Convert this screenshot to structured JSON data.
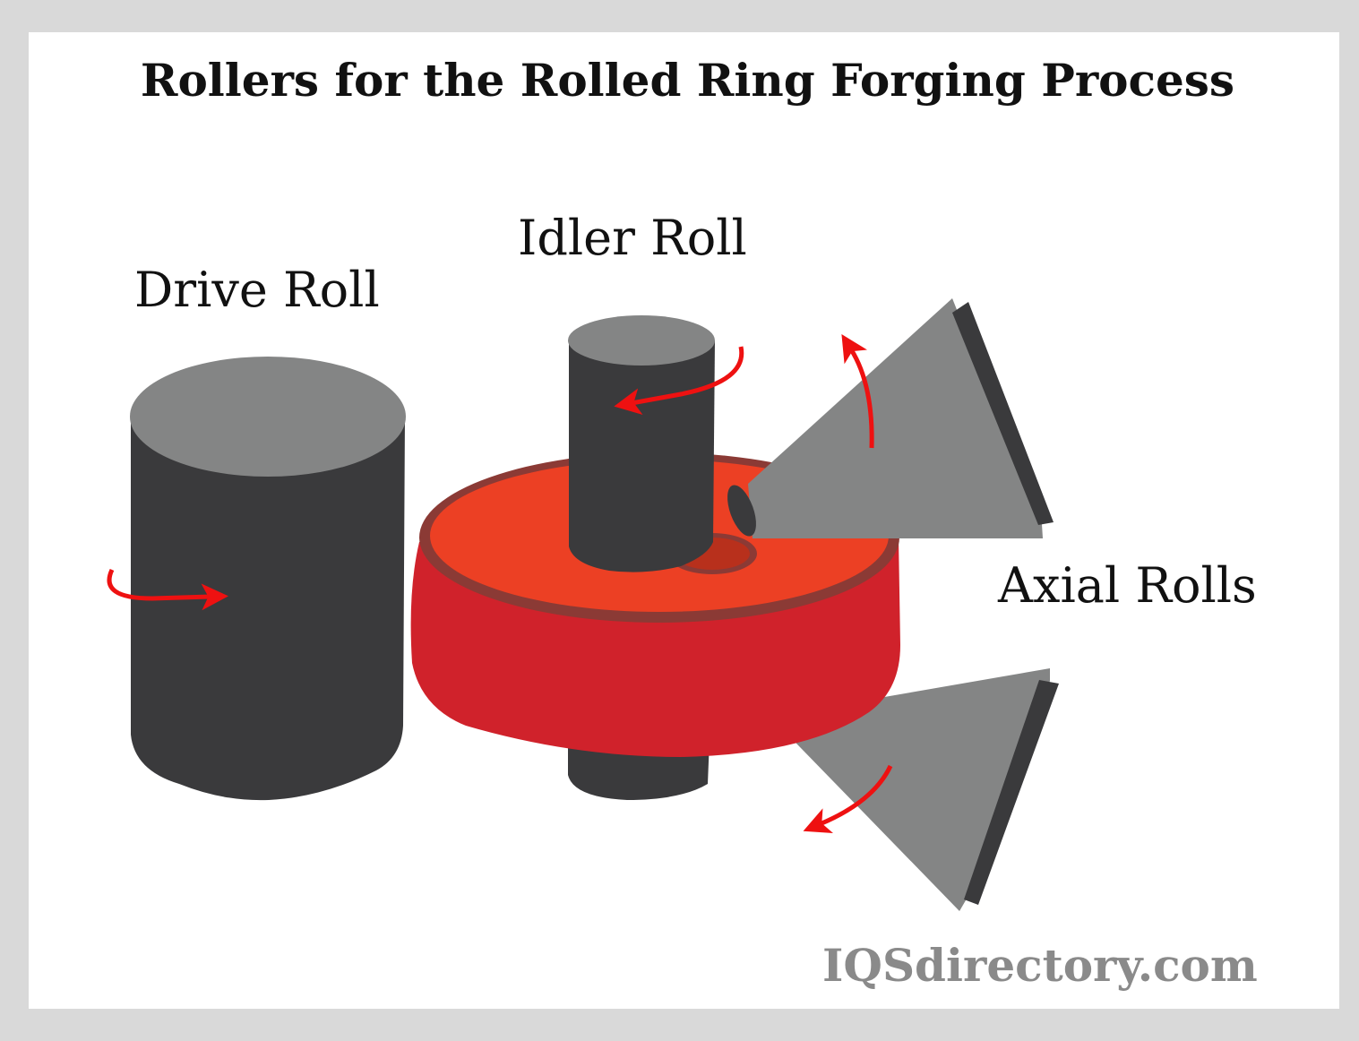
{
  "title": "Rollers for the Rolled Ring Forging Process",
  "labels": {
    "idler_roll": "Idler Roll",
    "drive_roll": "Drive Roll",
    "axial_rolls": "Axial Rolls"
  },
  "watermark": "IQSdirectory.com",
  "colors": {
    "background": "#d9d9d9",
    "panel": "#ffffff",
    "roll_body": "#3a3a3c",
    "roll_top": "#848585",
    "ring_top": "#ec4024",
    "ring_side": "#d0222b",
    "ring_rim": "#8b3a35",
    "arrow": "#ee1111",
    "watermark": "#8a8a8a"
  },
  "components": [
    {
      "name": "Drive Roll",
      "rotation": "counter-clockwise arrow pointing right"
    },
    {
      "name": "Idler Roll",
      "rotation": "arrow pointing left"
    },
    {
      "name": "Ring",
      "description": "red forged ring workpiece"
    },
    {
      "name": "Axial Roll (upper)",
      "rotation": "arrow pointing up"
    },
    {
      "name": "Axial Roll (lower)",
      "rotation": "arrow pointing down-left"
    }
  ]
}
